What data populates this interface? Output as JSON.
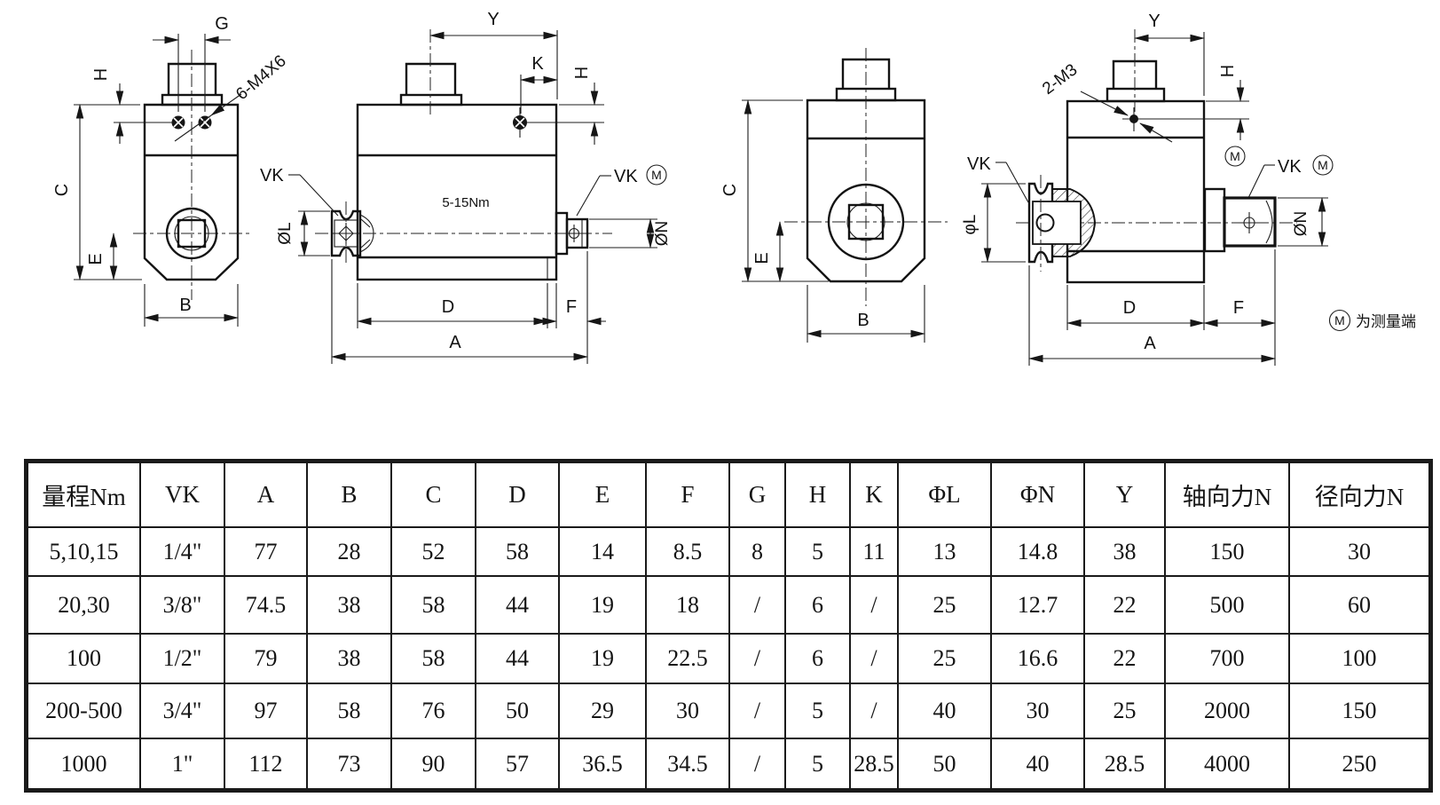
{
  "labels": {
    "G": "G",
    "H": "H",
    "C": "C",
    "E": "E",
    "B": "B",
    "Y": "Y",
    "K": "K",
    "D": "D",
    "F": "F",
    "A": "A",
    "VK": "VK",
    "M": "M",
    "phi_L": "ØL",
    "phi_L_small": "φL",
    "phi_N": "ØN",
    "screws_front": "6-M4X6",
    "screws_side": "2-M3",
    "torque_range": "5-15Nm"
  },
  "note": {
    "m": "M",
    "text": "为测量端"
  },
  "table": {
    "headers": [
      "量程Nm",
      "VK",
      "A",
      "B",
      "C",
      "D",
      "E",
      "F",
      "G",
      "H",
      "K",
      "ΦL",
      "ΦN",
      "Y",
      "轴向力N",
      "径向力N"
    ],
    "rows": [
      [
        "5,10,15",
        "1/4\"",
        "77",
        "28",
        "52",
        "58",
        "14",
        "8.5",
        "8",
        "5",
        "11",
        "13",
        "14.8",
        "38",
        "150",
        "30"
      ],
      [
        "20,30",
        "3/8\"",
        "74.5",
        "38",
        "58",
        "44",
        "19",
        "18",
        "/",
        "6",
        "/",
        "25",
        "12.7",
        "22",
        "500",
        "60"
      ],
      [
        "100",
        "1/2\"",
        "79",
        "38",
        "58",
        "44",
        "19",
        "22.5",
        "/",
        "6",
        "/",
        "25",
        "16.6",
        "22",
        "700",
        "100"
      ],
      [
        "200-500",
        "3/4\"",
        "97",
        "58",
        "76",
        "50",
        "29",
        "30",
        "/",
        "5",
        "/",
        "40",
        "30",
        "25",
        "2000",
        "150"
      ],
      [
        "1000",
        "1\"",
        "112",
        "73",
        "90",
        "57",
        "36.5",
        "34.5",
        "/",
        "5",
        "28.5",
        "50",
        "40",
        "28.5",
        "4000",
        "250"
      ]
    ]
  }
}
